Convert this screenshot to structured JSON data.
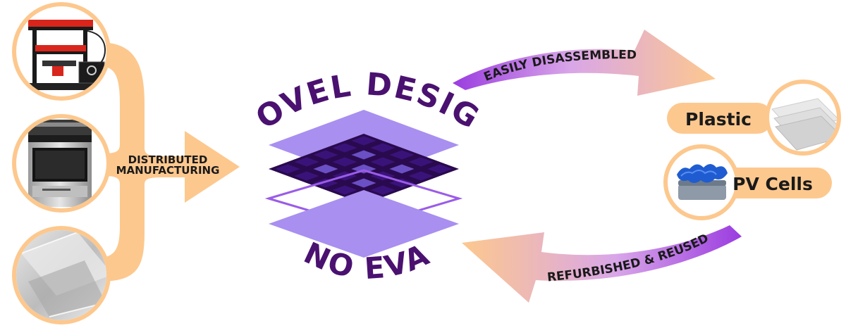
{
  "left": {
    "arrow_label_line1": "DISTRIBUTED",
    "arrow_label_line2": "MANUFACTURING",
    "items": [
      {
        "icon": "hot-press-machine-photo"
      },
      {
        "icon": "kitchen-oven-photo"
      },
      {
        "icon": "glass-sheets-photo"
      }
    ]
  },
  "center": {
    "title_top": "NOVEL DESIGN",
    "title_bottom": "NO EVA"
  },
  "top_arrow": {
    "label": "EASILY DISASSEMBLED"
  },
  "bottom_arrow": {
    "label": "REFURBISHED & REUSED"
  },
  "right": {
    "items": [
      {
        "label": "Plastic",
        "icon": "plastic-sheets-photo"
      },
      {
        "label": "PV Cells",
        "icon": "pv-cells-stack-photo"
      }
    ]
  },
  "colors": {
    "peach": "#FDC88E",
    "purple_dark": "#3F0B6E",
    "purple_text": "#4A1170",
    "lavender": "#A88FF0",
    "grid_dark": "#2A0A4E",
    "grid_cell": "#5B3FB0",
    "arrow_purple": "#9A3CE0"
  }
}
